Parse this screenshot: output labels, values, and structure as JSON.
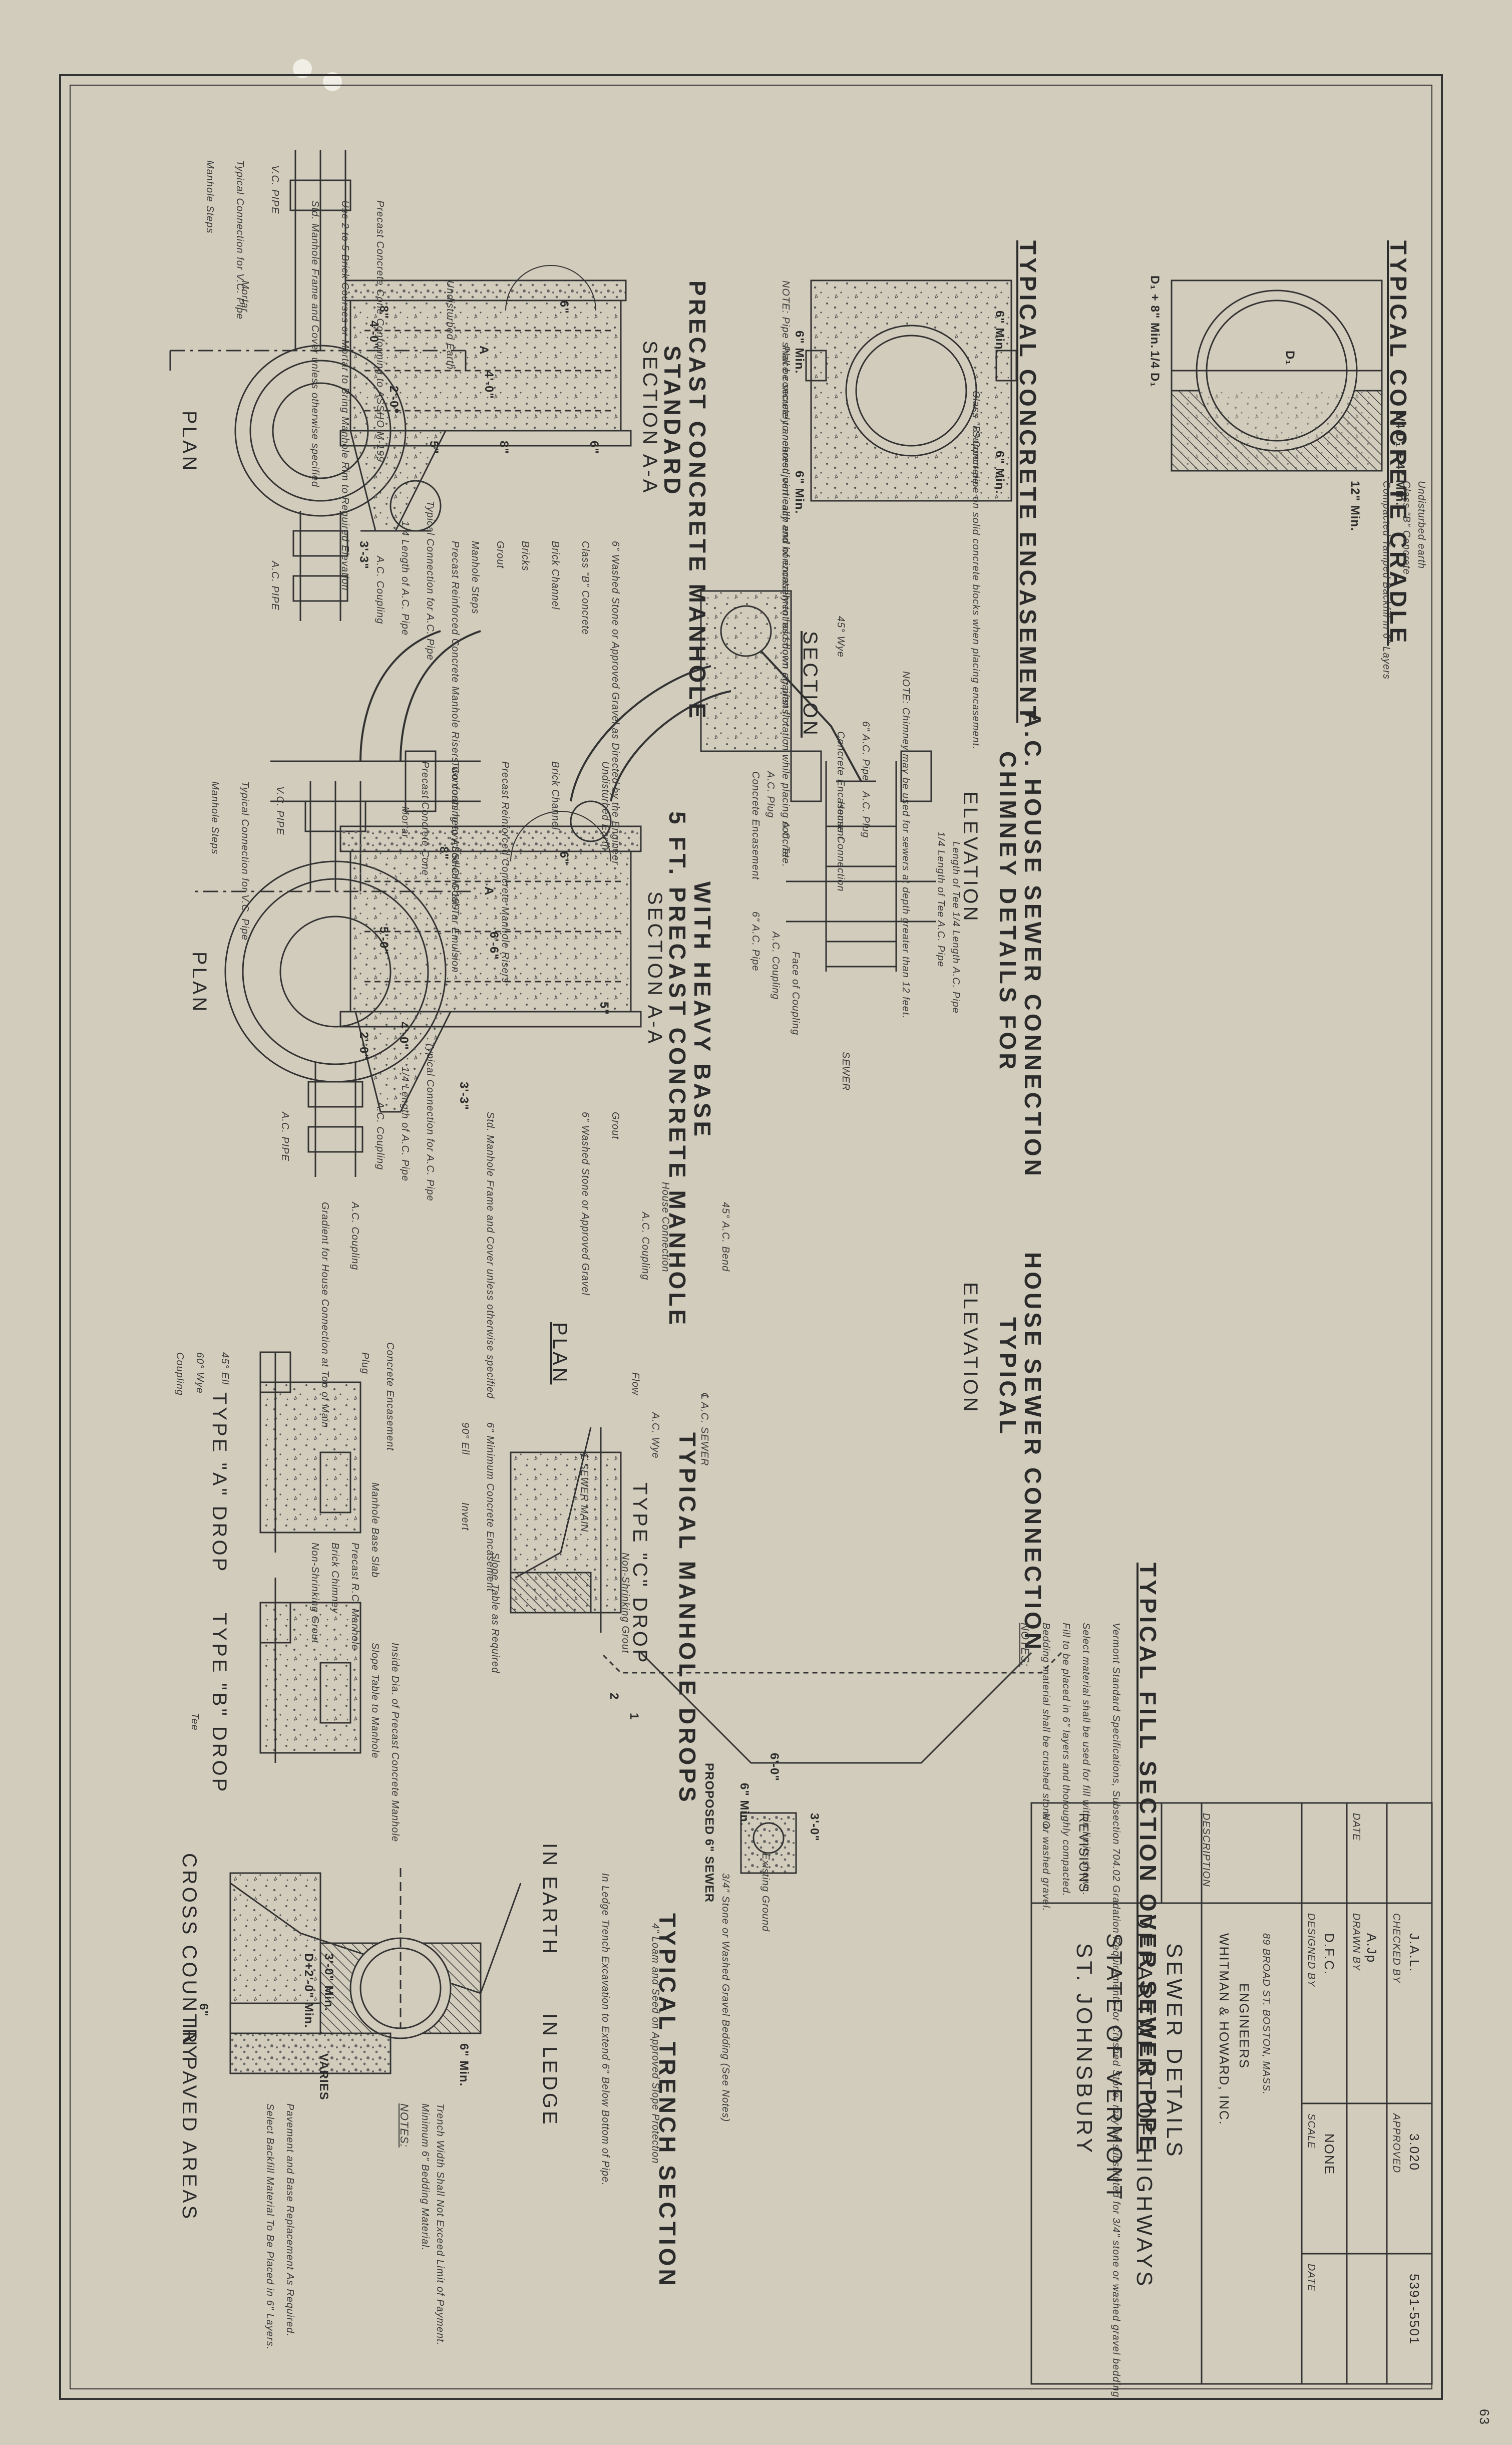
{
  "planA": {
    "label": "PLAN",
    "section_marker": "A",
    "callouts": [
      "Manhole Steps",
      "Typical Connection for V.C. Pipe",
      "V.C. PIPE",
      "Mortar",
      "A.C. PIPE",
      "A.C. Coupling",
      "1/4 Length of A.C. Pipe",
      "Typical Connection for A.C. Pipe"
    ]
  },
  "sectionAA1": {
    "label": "SECTION A-A",
    "title": "STANDARD",
    "subtitle": "PRECAST CONCRETE MANHOLE",
    "dims": [
      "4'-0\"",
      "2'-0\"",
      "4'-0\"",
      "3'-3\"",
      "8\"",
      "6\"",
      "8\"",
      "5\"",
      "6\""
    ],
    "callouts": [
      "Std. Manhole Frame and Cover unless otherwise specified",
      "Use 2 to 5 Brick Courses or Mortar to Bring Manhole Rim to Required Elevation",
      "Precast Concrete Cone Conforming to ASSHO M-199",
      "Precast Reinforced Concrete Manhole Risers Conforming to ASSHO M-199",
      "Manhole Steps",
      "Bricks",
      "Brick Channel",
      "Class \"B\" Concrete",
      "Undisturbed Earth",
      "6\" Washed Stone or Approved Gravel as Directed by the Engineer",
      "Grout"
    ]
  },
  "planB": {
    "label": "PLAN",
    "section_marker": "A",
    "callouts": [
      "Manhole Steps",
      "Typical Connection for V.C. Pipe",
      "V.C. PIPE",
      "Mortar",
      "1/4 Length of A.C. Pipe",
      "A.C. Coupling",
      "A.C. PIPE",
      "Typical Connection for A.C. Pipe"
    ]
  },
  "sectionAA2": {
    "label": "SECTION A-A",
    "title": "5 FT. PRECAST CONCRETE MANHOLE",
    "subtitle": "WITH HEAVY BASE",
    "dims": [
      "4'-0\"",
      "5'-0\"",
      "6'-6\"",
      "2'-0\"",
      "3'-3\"",
      "8\"",
      "6\"",
      "5\""
    ],
    "callouts": [
      "Std. Manhole Frame and Cover unless otherwise specified",
      "Precast Concrete Cone",
      "Two coats heavy bodied Coal Tar Emulsion",
      "Precast Reinforced Concrete Manhole Risers",
      "Brick Channel",
      "Undisturbed Earth",
      "Grout",
      "6\" Washed Stone or Approved Gravel"
    ]
  },
  "drops": {
    "title": "TYPICAL MANHOLE DROPS",
    "type_a": "TYPE \"A\" DROP",
    "type_b": "TYPE \"B\" DROP",
    "type_c": "TYPE \"C\" DROP",
    "callouts": [
      "Coupling",
      "60° Wye",
      "Plug",
      "Concrete Encasement",
      "Manhole Base Slab",
      "Non-Shrinking Grout",
      "Brick Chimney",
      "Precast R.C. Manhole",
      "Slope Table to Manhole",
      "Inside Dia. of Precast Concrete Manhole",
      "45° Ell",
      "Tee",
      "90° Ell",
      "Invert",
      "Slope Table as Required",
      "6\" Minimum Concrete Encasement",
      "Non-Shrinking Grout"
    ]
  },
  "trench": {
    "title": "TYPICAL TRENCH SECTION",
    "labels": [
      "CROSS COUNTRY",
      "IN PAVED AREAS",
      "IN EARTH",
      "IN LEDGE",
      "VARIES"
    ],
    "dims": [
      "D+2'-0\" Min.",
      "3'-0\" Min.",
      "6\"",
      "6\" Min."
    ],
    "notes_title": "NOTES:",
    "notes": [
      "Minimum 6\" Bedding Material.",
      "Trench Width Shall Not Exceed Limit of Payment.",
      "Select Backfill Material To Be Placed in 6\" Layers.",
      "Pavement and Base Replacement As Required.",
      "In Ledge Trench Excavation to Extend 6\" Below Bottom of Pipe."
    ]
  },
  "encasement": {
    "title": "TYPICAL CONCRETE ENCASEMENT",
    "dims": [
      "6\" Min.",
      "6\" Min.",
      "6\" Min.",
      "6\" Min."
    ],
    "notes": [
      "Place concrete to nearest joint each end of encasement as shown on plans.",
      "Class \"B\" Concrete",
      "Support pipe on solid concrete blocks when placing encasement.",
      "NOTE: Pipe shall be securely anchored vertically and horizontally to hold down against flotation while placing concrete."
    ]
  },
  "cradle": {
    "title": "TYPICAL CONCRETE CRADLE",
    "dims": [
      "D₁ + 8\" Min.",
      "1/4 D₁",
      "1/4 D₁ + 4\" Min.",
      "12\" Min.",
      "D₁"
    ],
    "notes": [
      "Compacted Tamped Backfill in 6\" Layers",
      "Class \"B\" Concrete",
      "Undisturbed earth"
    ]
  },
  "chimney": {
    "section_label": "SECTION",
    "elevation_label": "ELEVATION",
    "title": "CHIMNEY DETAILS FOR",
    "subtitle": "A.C. HOUSE SEWER CONNECTION",
    "callouts": [
      "A.C. Plug",
      "45° Wye",
      "Concrete Encasement",
      "6\" A.C. Pipe",
      "House Connection",
      "A.C. Plug",
      "Concrete Encasement",
      "A.C. Tee",
      "A.C. Coupling",
      "6\" A.C. Pipe",
      "Face of Coupling",
      "SEWER",
      "1/4 Length of Tee A.C. Pipe",
      "Length of Tee",
      "1/4 Length A.C. Pipe"
    ],
    "note": "NOTE: Chimney may be used for sewers at depth greater than 12 feet."
  },
  "house": {
    "plan_label": "PLAN",
    "elevation_label": "ELEVATION",
    "title": "TYPICAL",
    "subtitle": "HOUSE SEWER CONNECTION",
    "callouts": [
      "45° A.C. Bend",
      "House Connection",
      "A.C. Coupling",
      "Flow",
      "℄ A.C. SEWER",
      "A.C. Wye",
      "℄ SEWER MAIN",
      "Gradient for House Connection at Top of Main",
      "A.C. Coupling"
    ]
  },
  "fill": {
    "title": "TYPICAL FILL SECTION OVER SEWER PIPE",
    "labels": [
      "PROPOSED 6\" SEWER",
      "Existing Ground",
      "6'-0\"",
      "3'-0\"",
      "2",
      "1",
      "6\" Min."
    ],
    "stone": "3/4\" Stone or Washed Gravel Bedding (See Notes)",
    "slope": "4\" Loam and Seed on Approved Slope Protection",
    "notes_title": "NOTES:",
    "notes": [
      "Bedding material shall be crushed stone or washed gravel.",
      "Fill to be placed in 6\" layers and thoroughly compacted.",
      "Select material shall be used for fill within limits shown."
    ],
    "spec": "Vermont Standard Specifications, Subsection 704.02 Gradation Requirements for Crushed Stone, may be substituted for 3/4\" stone or washed gravel bedding."
  },
  "titleblock": {
    "town": "ST. JOHNSBURY",
    "state": "STATE OF VERMONT",
    "dept": "DEPARTMENT OF HIGHWAYS",
    "sheet": "SEWER DETAILS",
    "firm": "WHITMAN & HOWARD, INC.",
    "firm2": "ENGINEERS",
    "address": "89 BROAD ST.   BOSTON, MASS.",
    "designed_label": "DESIGNED BY",
    "designed": "D.F.C.",
    "drawn_label": "DRAWN BY",
    "drawn": "A.Jp",
    "checked_label": "CHECKED BY",
    "checked": "J.A.L.",
    "scale_label": "SCALE",
    "scale": "NONE",
    "date_label": "DATE",
    "approved_label": "APPROVED",
    "job": "3.020",
    "sheet_no": "5391-5501",
    "revisions_label": "REVISIONS",
    "rev_no": "NO.",
    "rev_desc": "DESCRIPTION",
    "rev_date": "DATE",
    "margin_no": "63"
  }
}
